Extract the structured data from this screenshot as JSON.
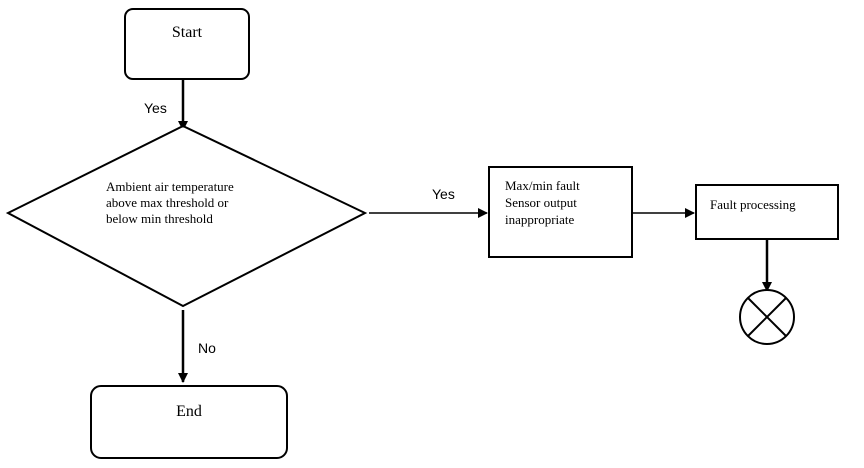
{
  "nodes": {
    "start": "Start",
    "decision": [
      "Ambient air temperature",
      "above max threshold or",
      "below min threshold"
    ],
    "fault": [
      "Max/min fault",
      "Sensor output",
      "inappropriate"
    ],
    "processing": "Fault processing",
    "end": "End"
  },
  "edges": {
    "start_to_decision": "Yes",
    "decision_to_fault": "Yes",
    "decision_to_end": "No"
  }
}
